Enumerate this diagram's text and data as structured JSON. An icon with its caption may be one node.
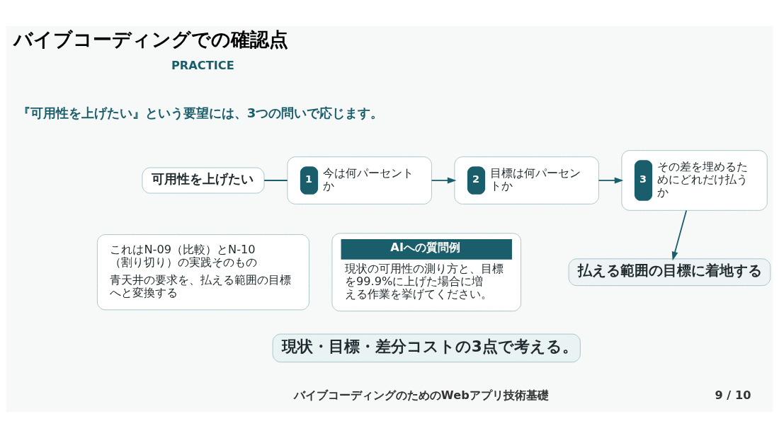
{
  "diagram": {
    "title": "バイブコーディングでの確認点",
    "nodes": [
      {
        "text": [
          "可用性を上げたい"
        ]
      },
      {
        "text": [
          "1",
          "今は何パーセントか"
        ]
      },
      {
        "text": [
          "2",
          "目標は何パーセントか"
        ]
      },
      {
        "text": [
          "3",
          "その差を埋めるためにどれだけ払うか"
        ]
      },
      {
        "text": [
          "払える範囲の目標に着地する"
        ]
      },
      {
        "text": [
          "これはN-09（比較）とN-10（割り切り）の実践そのもの",
          "青天井の要求を、払える範囲の目標へと変換する"
        ]
      },
      {
        "text": [
          "AIへの質問例",
          "現状の可用性の測り方と、目標を99.9%に上げた場合に増える作業を挙げてください。"
        ]
      },
      {
        "text": [
          "現状・目標・差分コストの3点で考える。"
        ]
      }
    ],
    "edges": [
      {
        "from": 0,
        "to": 1,
        "arrow": "none"
      },
      {
        "from": 1,
        "to": 2,
        "arrow": "to"
      },
      {
        "from": 2,
        "to": 3,
        "arrow": "to"
      },
      {
        "from": 3,
        "to": 4,
        "arrow": "to"
      }
    ],
    "labels": [
      "PRACTICE",
      "『可用性を上げたい』という要望には、3つの問いで応じます。",
      "バイブコーディングのためのWebアプリ技術基礎",
      "9 / 10"
    ]
  }
}
